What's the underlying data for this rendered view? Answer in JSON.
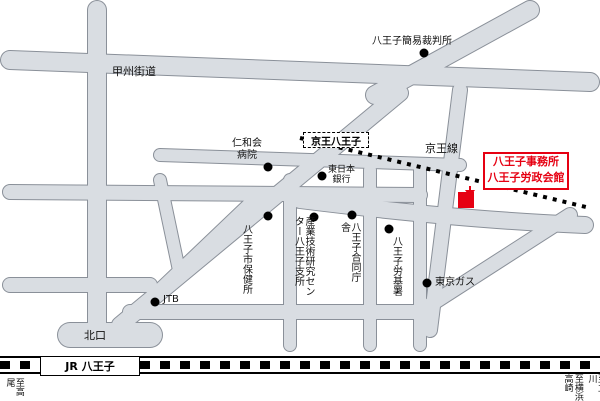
{
  "colors": {
    "road": "#d9dde2",
    "road_edge": "#8a9099",
    "accent": "#e60012",
    "ink": "#000000"
  },
  "station": {
    "name": "JR 八王子",
    "north_exit": "北口"
  },
  "roads": {
    "koshu_kaido": "甲州街道"
  },
  "keio": {
    "station": "京王八王子",
    "line": "京王線"
  },
  "office": {
    "line1": "八王子事務所",
    "line2": "八王子労政会館"
  },
  "landmarks": {
    "court": "八王子簡易裁判所",
    "hospital": "仁和会\n病院",
    "bank": "東日本\n銀行",
    "health_center": "八王子市保健所",
    "industry_center": "産業技術研究センター八王子支所",
    "joint_office": "八王子合同庁舎",
    "labor_office": "八王子労基署",
    "gas": "東京ガス",
    "jtb": "JTB"
  },
  "directions": {
    "left": "至高尾",
    "right_a": "至横浜\n高崎",
    "right_b": "至立川"
  }
}
